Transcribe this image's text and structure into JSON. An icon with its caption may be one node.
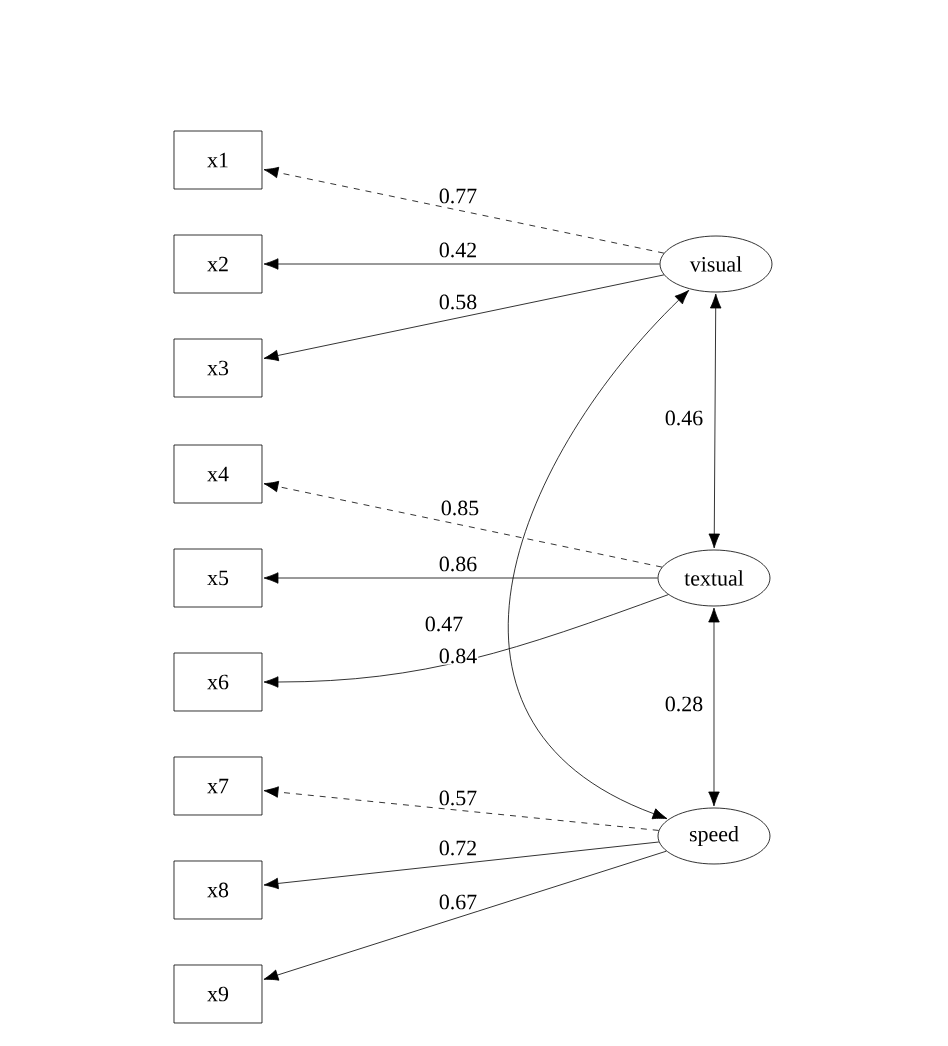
{
  "diagram": {
    "nodes": [
      {
        "text": [
          "x1"
        ]
      },
      {
        "text": [
          "x2"
        ]
      },
      {
        "text": [
          "x3"
        ]
      },
      {
        "text": [
          "x4"
        ]
      },
      {
        "text": [
          "x5"
        ]
      },
      {
        "text": [
          "x6"
        ]
      },
      {
        "text": [
          "x7"
        ]
      },
      {
        "text": [
          "x8"
        ]
      },
      {
        "text": [
          "x9"
        ]
      },
      {
        "text": [
          "visual"
        ]
      },
      {
        "text": [
          "textual"
        ]
      },
      {
        "text": [
          "speed"
        ]
      }
    ],
    "edges": [
      {
        "from": 9,
        "to": 0,
        "arrow": "to",
        "label": "0.77",
        "style": "dashed"
      },
      {
        "from": 9,
        "to": 1,
        "arrow": "to",
        "label": "0.42"
      },
      {
        "from": 9,
        "to": 2,
        "arrow": "to",
        "label": "0.58"
      },
      {
        "from": 10,
        "to": 3,
        "arrow": "to",
        "label": "0.85",
        "style": "dashed"
      },
      {
        "from": 10,
        "to": 4,
        "arrow": "to",
        "label": "0.86"
      },
      {
        "from": 10,
        "to": 5,
        "arrow": "to",
        "label": "0.84"
      },
      {
        "from": 11,
        "to": 6,
        "arrow": "to",
        "label": "0.57",
        "style": "dashed"
      },
      {
        "from": 11,
        "to": 7,
        "arrow": "to",
        "label": "0.72"
      },
      {
        "from": 11,
        "to": 8,
        "arrow": "to",
        "label": "0.67"
      },
      {
        "from": 9,
        "to": 10,
        "arrow": "both",
        "label": "0.46"
      },
      {
        "from": 10,
        "to": 11,
        "arrow": "both",
        "label": "0.28"
      },
      {
        "from": 9,
        "to": 11,
        "arrow": "both",
        "label": "0.47"
      }
    ]
  }
}
